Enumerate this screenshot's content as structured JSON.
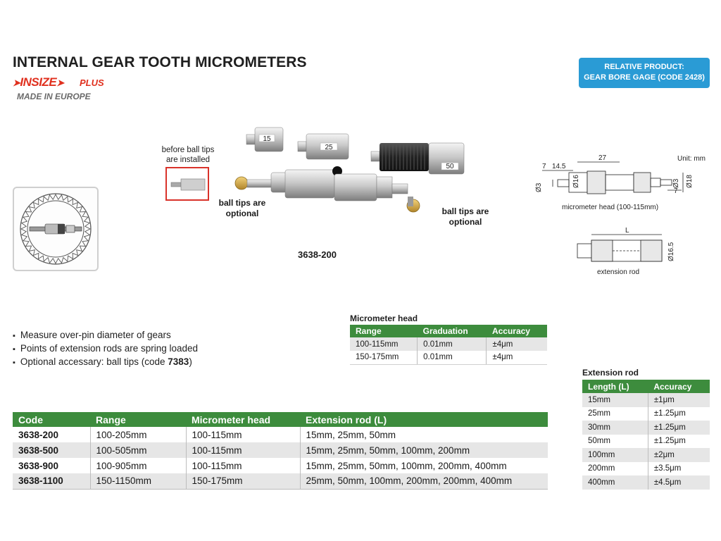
{
  "header": {
    "title": "INTERNAL GEAR TOOTH MICROMETERS",
    "brand": "INSIZE",
    "brand_suffix": "PLUS",
    "made_in": "MADE IN EUROPE"
  },
  "relative_product": {
    "line1": "RELATIVE PRODUCT:",
    "line2": "GEAR BORE GAGE (CODE 2428)"
  },
  "product_image": {
    "before_label": "before ball tips are installed",
    "ball_tips_label_left": "ball tips are optional",
    "ball_tips_label_right": "ball tips are optional",
    "code_label": "3638-200",
    "rod_labels": [
      "15",
      "25",
      "50"
    ]
  },
  "drawing": {
    "unit": "Unit: mm",
    "head_caption": "micrometer head (100-115mm)",
    "rod_caption": "extension rod",
    "dims": {
      "d27": "27",
      "d7": "7",
      "d14_5": "14.5",
      "d16": "Ø16",
      "d3a": "Ø3",
      "d3b": "Ø3",
      "d18": "Ø18",
      "d7b": "7",
      "dL": "L",
      "d16_5": "Ø16.5"
    }
  },
  "features": [
    "Measure over-pin diameter of gears",
    "Points of extension rods are spring loaded",
    "Optional accessary: ball tips (code 7383)"
  ],
  "micrometer_head": {
    "title": "Micrometer head",
    "headers": [
      "Range",
      "Graduation",
      "Accuracy"
    ],
    "rows": [
      [
        "100-115mm",
        "0.01mm",
        "±4μm"
      ],
      [
        "150-175mm",
        "0.01mm",
        "±4μm"
      ]
    ]
  },
  "extension_rod": {
    "title": "Extension rod",
    "headers": [
      "Length (L)",
      "Accuracy"
    ],
    "rows": [
      [
        "15mm",
        "±1μm"
      ],
      [
        "25mm",
        "±1.25μm"
      ],
      [
        "30mm",
        "±1.25μm"
      ],
      [
        "50mm",
        "±1.25μm"
      ],
      [
        "100mm",
        "±2μm"
      ],
      [
        "200mm",
        "±3.5μm"
      ],
      [
        "400mm",
        "±4.5μm"
      ]
    ]
  },
  "products": {
    "headers": [
      "Code",
      "Range",
      "Micrometer head",
      "Extension rod (L)"
    ],
    "rows": [
      [
        "3638-200",
        "100-205mm",
        "100-115mm",
        "15mm, 25mm, 50mm"
      ],
      [
        "3638-500",
        "100-505mm",
        "100-115mm",
        "15mm, 25mm, 50mm, 100mm, 200mm"
      ],
      [
        "3638-900",
        "100-905mm",
        "100-115mm",
        "15mm, 25mm, 50mm, 100mm, 200mm, 400mm"
      ],
      [
        "3638-1100",
        "150-1150mm",
        "150-175mm",
        "25mm, 50mm, 100mm, 200mm, 200mm, 400mm"
      ]
    ]
  },
  "colors": {
    "brand_red": "#e0301e",
    "table_header_green": "#3d8c3d",
    "relative_blue": "#2a9bd5"
  }
}
